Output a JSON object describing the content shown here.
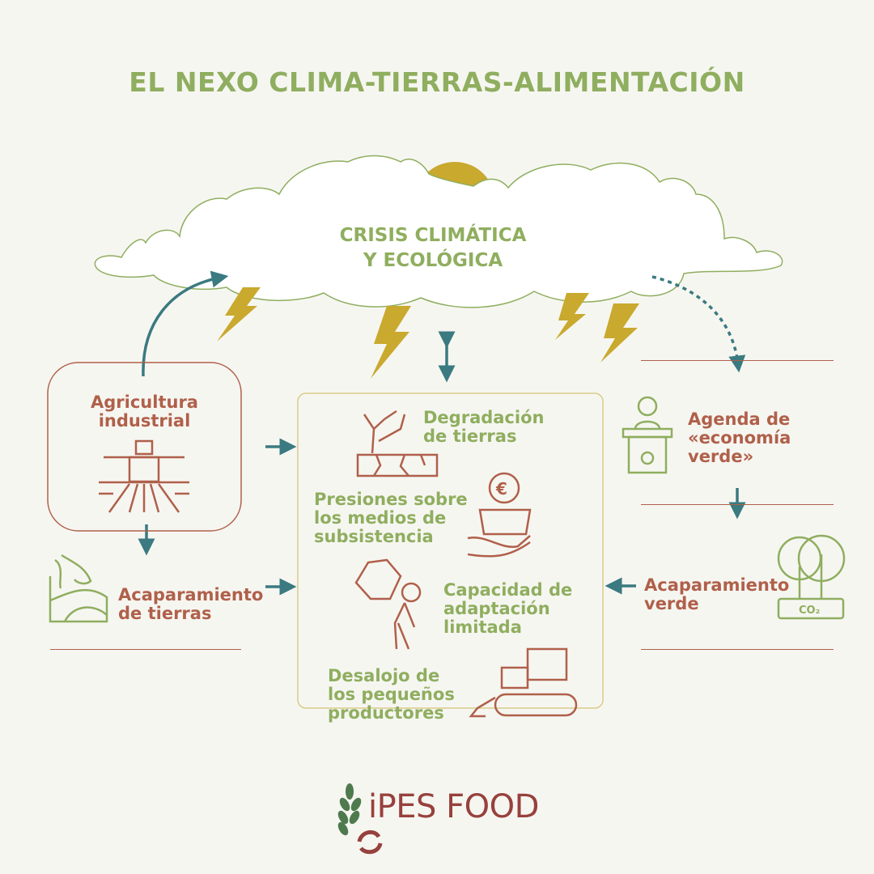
{
  "title": "EL NEXO CLIMA-TIERRAS-ALIMENTACIÓN",
  "cloud": {
    "label_line1": "CRISIS CLIMÁTICA",
    "label_line2": "Y ECOLÓGICA"
  },
  "left": {
    "industrial_agriculture": {
      "line1": "Agricultura",
      "line2": "industrial",
      "icon": "tractor-icon"
    },
    "land_grabbing": {
      "line1": "Acaparamiento",
      "line2": "de tierras",
      "icon": "hand-land-icon"
    }
  },
  "center": {
    "items": [
      {
        "lines": [
          "Degradación",
          "de tierras"
        ],
        "icon": "cracked-land-icon"
      },
      {
        "lines": [
          "Presiones sobre",
          "los medios de",
          "subsistencia"
        ],
        "icon": "hand-euro-icon"
      },
      {
        "lines": [
          "Capacidad de",
          "adaptación",
          "limitada"
        ],
        "icon": "person-carrying-rock-icon"
      },
      {
        "lines": [
          "Desalojo de",
          "los pequeños",
          "productores"
        ],
        "icon": "bulldozer-icon"
      }
    ]
  },
  "right": {
    "green_economy": {
      "line1": "Agenda de",
      "line2": "«economía",
      "line3": "verde»",
      "icon": "speaker-podium-icon"
    },
    "green_grabbing": {
      "line1": "Acaparamiento",
      "line2": "verde",
      "icon": "trees-co2-icon",
      "co2": "CO₂"
    }
  },
  "logo": {
    "text": "iPES FOOD"
  },
  "colors": {
    "green": "#8fae5f",
    "rust": "#b0604a",
    "teal": "#3a7a80",
    "gold": "#c9a92e",
    "logo": "#97413d",
    "leaf": "#4e7a4e",
    "background": "#f6f6f1"
  }
}
